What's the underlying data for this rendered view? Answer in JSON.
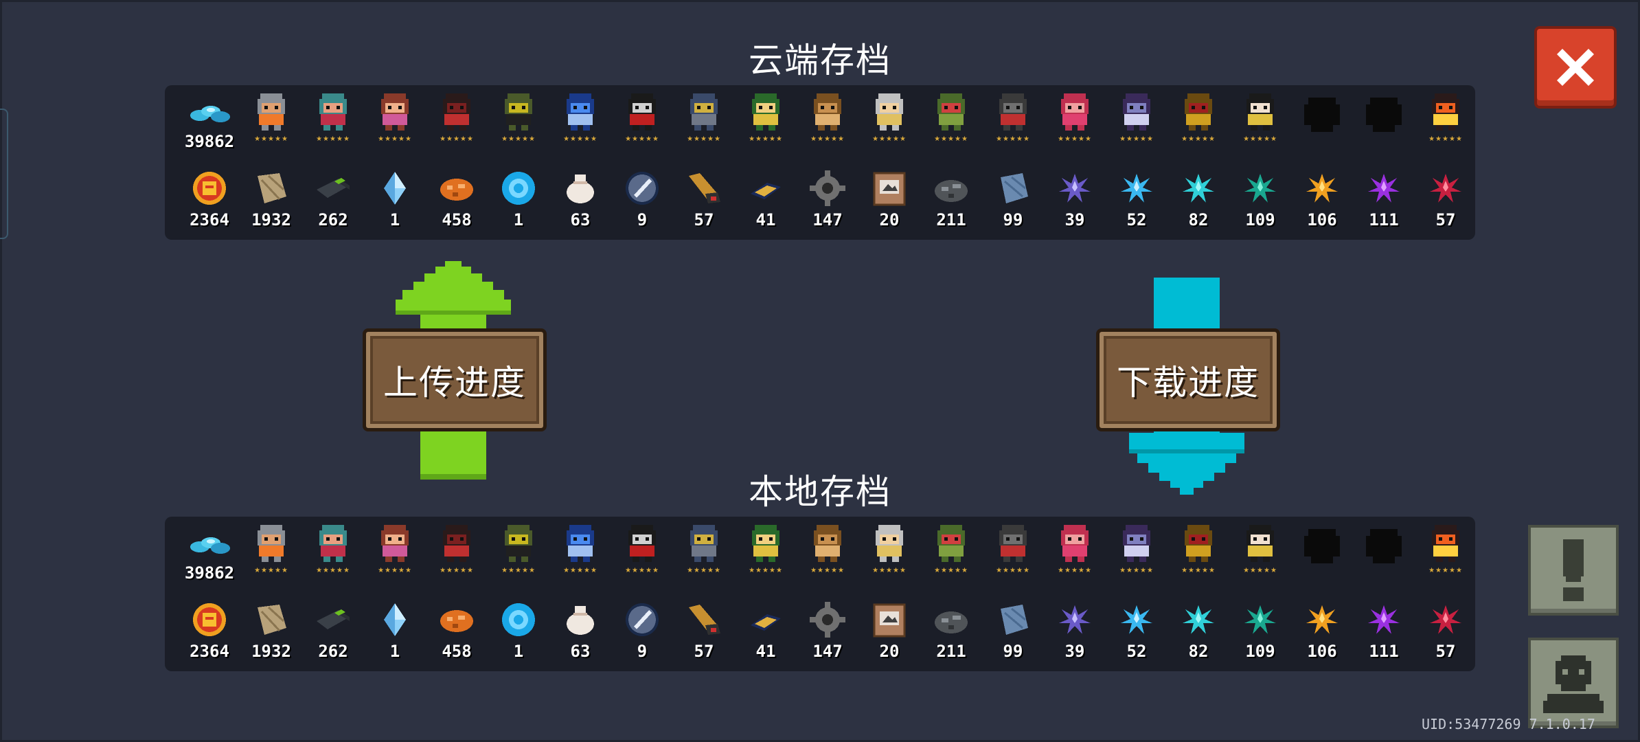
{
  "cloud": {
    "title": "云端存档",
    "gems": "39862",
    "heroes": [
      {
        "name": "knight",
        "stars": "★★★★★"
      },
      {
        "name": "rogue",
        "stars": "★★★★★"
      },
      {
        "name": "witch",
        "stars": "★★★★★"
      },
      {
        "name": "assassin",
        "stars": "★★★★★"
      },
      {
        "name": "alchemist",
        "stars": "★★★★★"
      },
      {
        "name": "engineer",
        "stars": "★★★★★"
      },
      {
        "name": "vampire",
        "stars": "★★★★★"
      },
      {
        "name": "paladin",
        "stars": "★★★★★"
      },
      {
        "name": "elf",
        "stars": "★★★★★"
      },
      {
        "name": "werewolf",
        "stars": "★★★★★"
      },
      {
        "name": "priest",
        "stars": "★★★★★"
      },
      {
        "name": "druid",
        "stars": "★★★★★"
      },
      {
        "name": "robot",
        "stars": "★★★★★"
      },
      {
        "name": "berserker",
        "stars": "★★★★★"
      },
      {
        "name": "necromancer",
        "stars": "★★★★★"
      },
      {
        "name": "officer",
        "stars": "★★★★★"
      },
      {
        "name": "taoist",
        "stars": "★★★★★"
      },
      {
        "name": "locked-1",
        "stars": ""
      },
      {
        "name": "locked-2",
        "stars": ""
      },
      {
        "name": "demon",
        "stars": "★★★★★"
      }
    ],
    "materials": [
      {
        "icon": "gold-coin-icon",
        "count": "2364"
      },
      {
        "icon": "fiber-icon",
        "count": "1932"
      },
      {
        "icon": "battery-icon",
        "count": "262"
      },
      {
        "icon": "crystal-icon",
        "count": "1"
      },
      {
        "icon": "ore-icon",
        "count": "458"
      },
      {
        "icon": "energy-orb-icon",
        "count": "1"
      },
      {
        "icon": "seed-bag-icon",
        "count": "63"
      },
      {
        "icon": "feather-coin-icon",
        "count": "9"
      },
      {
        "icon": "horn-icon",
        "count": "57"
      },
      {
        "icon": "scroll-icon",
        "count": "41"
      },
      {
        "icon": "gear-icon",
        "count": "147"
      },
      {
        "icon": "crate-icon",
        "count": "20"
      },
      {
        "icon": "iron-ore-icon",
        "count": "211"
      },
      {
        "icon": "cloth-icon",
        "count": "99"
      },
      {
        "icon": "purple-shard-icon",
        "count": "39"
      },
      {
        "icon": "cyan-shard-icon",
        "count": "52"
      },
      {
        "icon": "aqua-shard-icon",
        "count": "82"
      },
      {
        "icon": "teal-shard-icon",
        "count": "109"
      },
      {
        "icon": "orange-shard-icon",
        "count": "106"
      },
      {
        "icon": "violet-shard-icon",
        "count": "111"
      },
      {
        "icon": "red-shard-icon",
        "count": "57"
      }
    ]
  },
  "local": {
    "title": "本地存档",
    "gems": "39862",
    "materials_counts": [
      "2364",
      "1932",
      "262",
      "1",
      "458",
      "1",
      "63",
      "9",
      "57",
      "41",
      "147",
      "20",
      "211",
      "99",
      "39",
      "52",
      "82",
      "109",
      "106",
      "111",
      "57"
    ]
  },
  "actions": {
    "upload_label": "上传进度",
    "download_label": "下载进度"
  },
  "footer": {
    "uid": "UID:53477269 7.1.0.17"
  },
  "colors": {
    "upload_arrow": "#7ed321",
    "download_arrow": "#00bcd4",
    "close_button": "#d8432b"
  }
}
